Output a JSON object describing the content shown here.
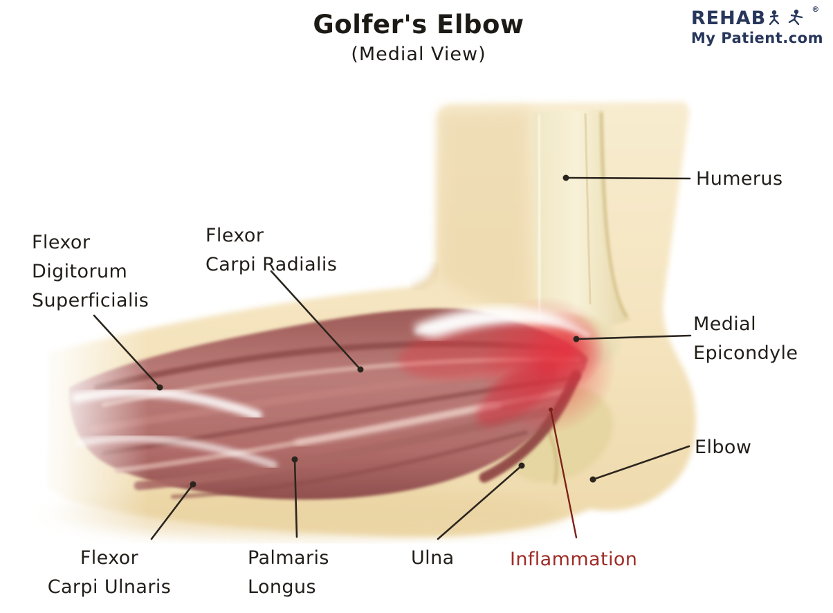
{
  "title": {
    "main": "Golfer's Elbow",
    "subtitle": "(Medial View)"
  },
  "logo": {
    "line1": "REHAB",
    "registered": "®",
    "line2": "My Patient.com",
    "color": "#27365a"
  },
  "labels": {
    "humerus": {
      "line1": "Humerus"
    },
    "medial_epicondyle": {
      "line1": "Medial",
      "line2": "Epicondyle"
    },
    "elbow": {
      "line1": "Elbow"
    },
    "flexor_digitorum_superficialis": {
      "line1": "Flexor",
      "line2": "Digitorum",
      "line3": "Superficialis"
    },
    "flexor_carpi_radialis": {
      "line1": "Flexor",
      "line2": "Carpi Radialis"
    },
    "flexor_carpi_ulnaris": {
      "line1": "Flexor",
      "line2": "Carpi Ulnaris"
    },
    "palmaris_longus": {
      "line1": "Palmaris",
      "line2": "Longus"
    },
    "ulna": {
      "line1": "Ulna"
    },
    "inflammation": {
      "line1": "Inflammation"
    }
  },
  "colors": {
    "skin": "#f4e3bf",
    "bone": "#f4edd2",
    "bone_edge": "#cdb77c",
    "muscle": "#b06e6b",
    "muscle_dark": "#8d4b4a",
    "muscle_light": "#d8aba3",
    "inflammation": "#e73441",
    "leader_line": "#2b251e",
    "inflammation_line": "#7c2018",
    "label_text": "#221e19",
    "inflammation_text": "#9e2b26"
  }
}
